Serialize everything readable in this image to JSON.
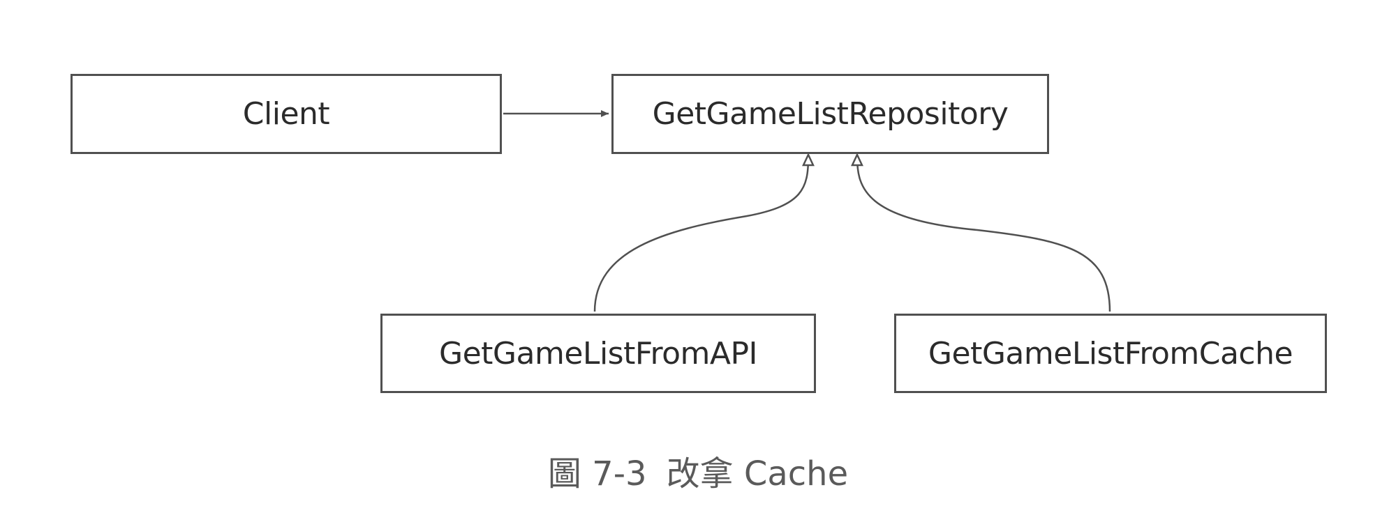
{
  "nodes": {
    "client": "Client",
    "repository": "GetGameListRepository",
    "from_api": "GetGameListFromAPI",
    "from_cache": "GetGameListFromCache"
  },
  "caption": {
    "figure_number": "圖 7-3",
    "title": "改拿 Cache"
  },
  "colors": {
    "border": "#505050",
    "text": "#2b2b2b",
    "caption": "#5a5a5a",
    "background": "#ffffff"
  }
}
